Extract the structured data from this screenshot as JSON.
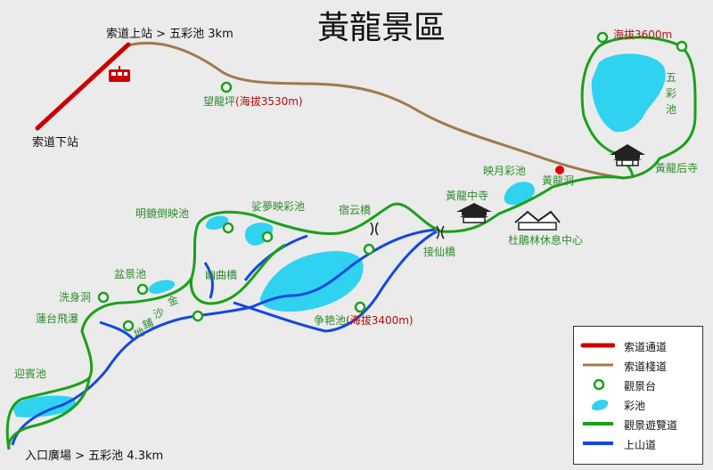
{
  "title": "黃龍景區",
  "cable_top": "索道上站 > 五彩池 3km",
  "cable_bottom": "索道下站",
  "entrance": "入口廣場 > 五彩池 4.3km",
  "labels": {
    "wanglongping": "望龍坪",
    "wanglongping_alt": "(海拔3530m)",
    "summit_alt": "海拔3600m",
    "wucaichi": "五彩池",
    "houshi": "黃龍后寺",
    "huanglongdong": "黃龍洞",
    "yingyue": "映月彩池",
    "zhongsi": "黃龍中寺",
    "dupenglin": "杜鵑林休息中心",
    "jiexian": "接仙橋",
    "suyun": "宿云橋",
    "suomeng": "娑夢映彩池",
    "mingjing": "明鏡倒映池",
    "youqu": "幽曲橋",
    "penjing": "盆景池",
    "xishen": "洗身洞",
    "jinsha": "金沙鋪地",
    "liantai": "蓮台飛瀑",
    "zhengyan": "争艳池",
    "zhengyan_alt": "(海拔3400m)",
    "yingbin": "迎賓池"
  },
  "legend": {
    "cableway": "索道通道",
    "plank": "索道棧道",
    "viewpoint": "觀景台",
    "pool": "彩池",
    "trail": "觀景遊覽道",
    "uphill": "上山道"
  },
  "colors": {
    "background": "#ebebeb",
    "cableway": "#cc0000",
    "plank": "#a07a4a",
    "trail": "#1aa01a",
    "uphill": "#1547e0",
    "pool": "#2fd3f0",
    "label_green": "#2e8b2e",
    "label_red": "#b01010"
  }
}
